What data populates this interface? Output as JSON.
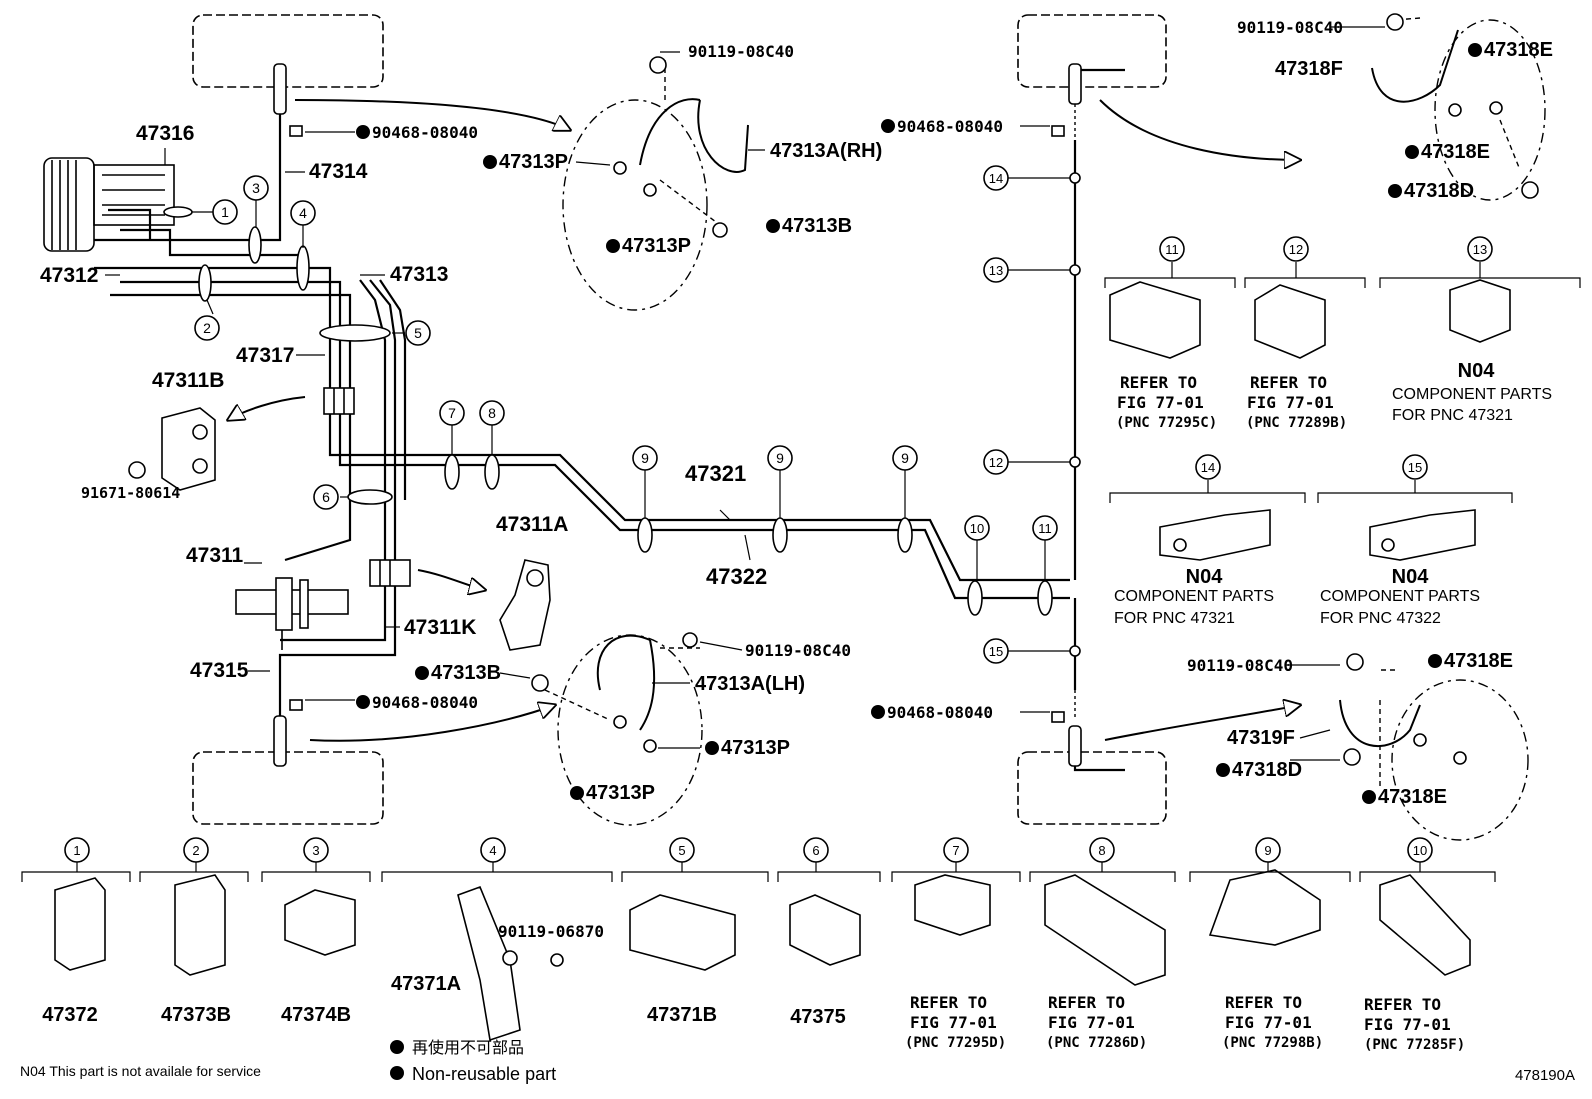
{
  "colors": {
    "ink": "#000000",
    "paper": "#ffffff"
  },
  "icons": {
    "callout": "numbered-circle",
    "non_reusable": "filled-dot",
    "flow_arrow": "curved-arrow"
  },
  "parts": {
    "p47316": "47316",
    "p47314": "47314",
    "p47312": "47312",
    "p47313": "47313",
    "p47317": "47317",
    "p47311B": "47311B",
    "p91671": "91671-80614",
    "p47311": "47311",
    "p47311K": "47311K",
    "p47315": "47315",
    "p47311A": "47311A",
    "p47321": "47321",
    "p47322": "47322",
    "clip_top_left": "90468-08040",
    "clip_bottom_left": "90468-08040",
    "clip_top_right": "90468-08040",
    "clip_bottom_right": "90468-08040",
    "rh_bolt": "90119-08C40",
    "p47313A_RH": "47313A(RH)",
    "rh_gasket_a": "47313P",
    "rh_gasket_b": "47313P",
    "rh_union": "47313B",
    "lh_bolt": "90119-08C40",
    "p47313A_LH": "47313A(LH)",
    "lh_union": "47313B",
    "lh_gasket_a": "47313P",
    "lh_gasket_b": "47313P",
    "rr_top_bolt": "90119-08C40",
    "p47318F": "47318F",
    "rr_top_gasket_a": "47318E",
    "rr_top_gasket_b": "47318E",
    "rr_top_union": "47318D",
    "rr_bot_bolt": "90119-08C40",
    "rr_bot_gasket_a": "47318E",
    "p47319F": "47319F",
    "rr_bot_union": "47318D",
    "rr_bot_gasket_b": "47318E"
  },
  "callouts": [
    "1",
    "2",
    "3",
    "4",
    "5",
    "6",
    "7",
    "8",
    "9",
    "10",
    "11",
    "12",
    "13",
    "14",
    "15"
  ],
  "clips_right": [
    {
      "num": "11",
      "l1": "REFER TO",
      "l2": "FIG 77-01",
      "l3": "(PNC 77295C)"
    },
    {
      "num": "12",
      "l1": "REFER TO",
      "l2": "FIG 77-01",
      "l3": "(PNC 77289B)"
    },
    {
      "num": "13",
      "code": "N04",
      "l1": "COMPONENT PARTS",
      "l2": "FOR PNC 47321"
    },
    {
      "num": "14",
      "code": "N04",
      "l1": "COMPONENT PARTS",
      "l2": "FOR PNC 47321"
    },
    {
      "num": "15",
      "code": "N04",
      "l1": "COMPONENT PARTS",
      "l2": "FOR PNC 47322"
    }
  ],
  "clips_bottom": [
    {
      "num": "1",
      "part": "47372"
    },
    {
      "num": "2",
      "part": "47373B"
    },
    {
      "num": "3",
      "part": "47374B"
    },
    {
      "num": "4",
      "part": "47371A",
      "bolt": "90119-06870"
    },
    {
      "num": "5",
      "part": "47371B"
    },
    {
      "num": "6",
      "part": "47375"
    },
    {
      "num": "7",
      "l1": "REFER TO",
      "l2": "FIG 77-01",
      "l3": "(PNC 77295D)"
    },
    {
      "num": "8",
      "l1": "REFER TO",
      "l2": "FIG 77-01",
      "l3": "(PNC 77286D)"
    },
    {
      "num": "9",
      "l1": "REFER TO",
      "l2": "FIG 77-01",
      "l3": "(PNC 77298B)"
    },
    {
      "num": "10",
      "l1": "REFER TO",
      "l2": "FIG 77-01",
      "l3": "(PNC 77285F)"
    }
  ],
  "legend": {
    "jp": "再使用不可部品",
    "en": "Non-reusable part",
    "note": "N04  This part is not availale for service"
  },
  "figure_id": "478190A"
}
